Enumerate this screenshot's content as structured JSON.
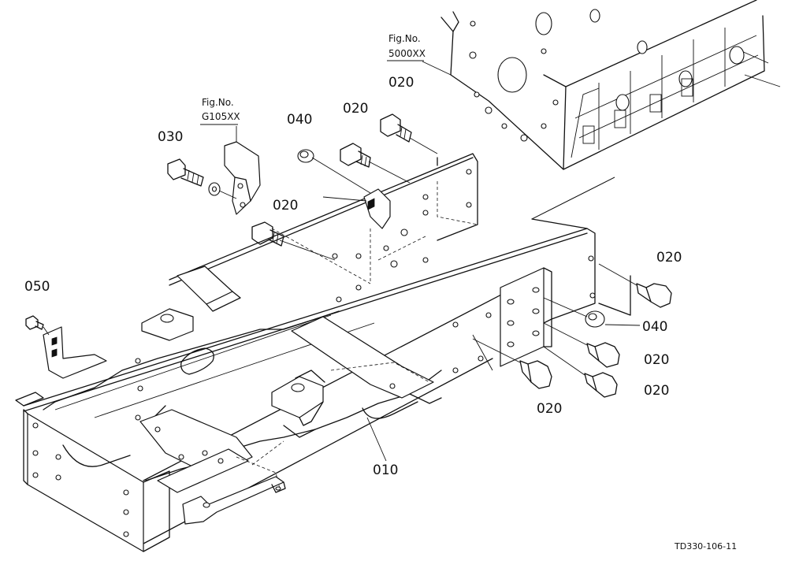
{
  "figure_refs": [
    {
      "label": "Fig.No.",
      "number": "5000XX"
    },
    {
      "label": "Fig.No.",
      "number": "G105XX"
    }
  ],
  "callouts": [
    "010",
    "020",
    "020",
    "020",
    "020",
    "020",
    "020",
    "020",
    "030",
    "040",
    "040",
    "050"
  ],
  "drawing_code": "TD330-106-11"
}
